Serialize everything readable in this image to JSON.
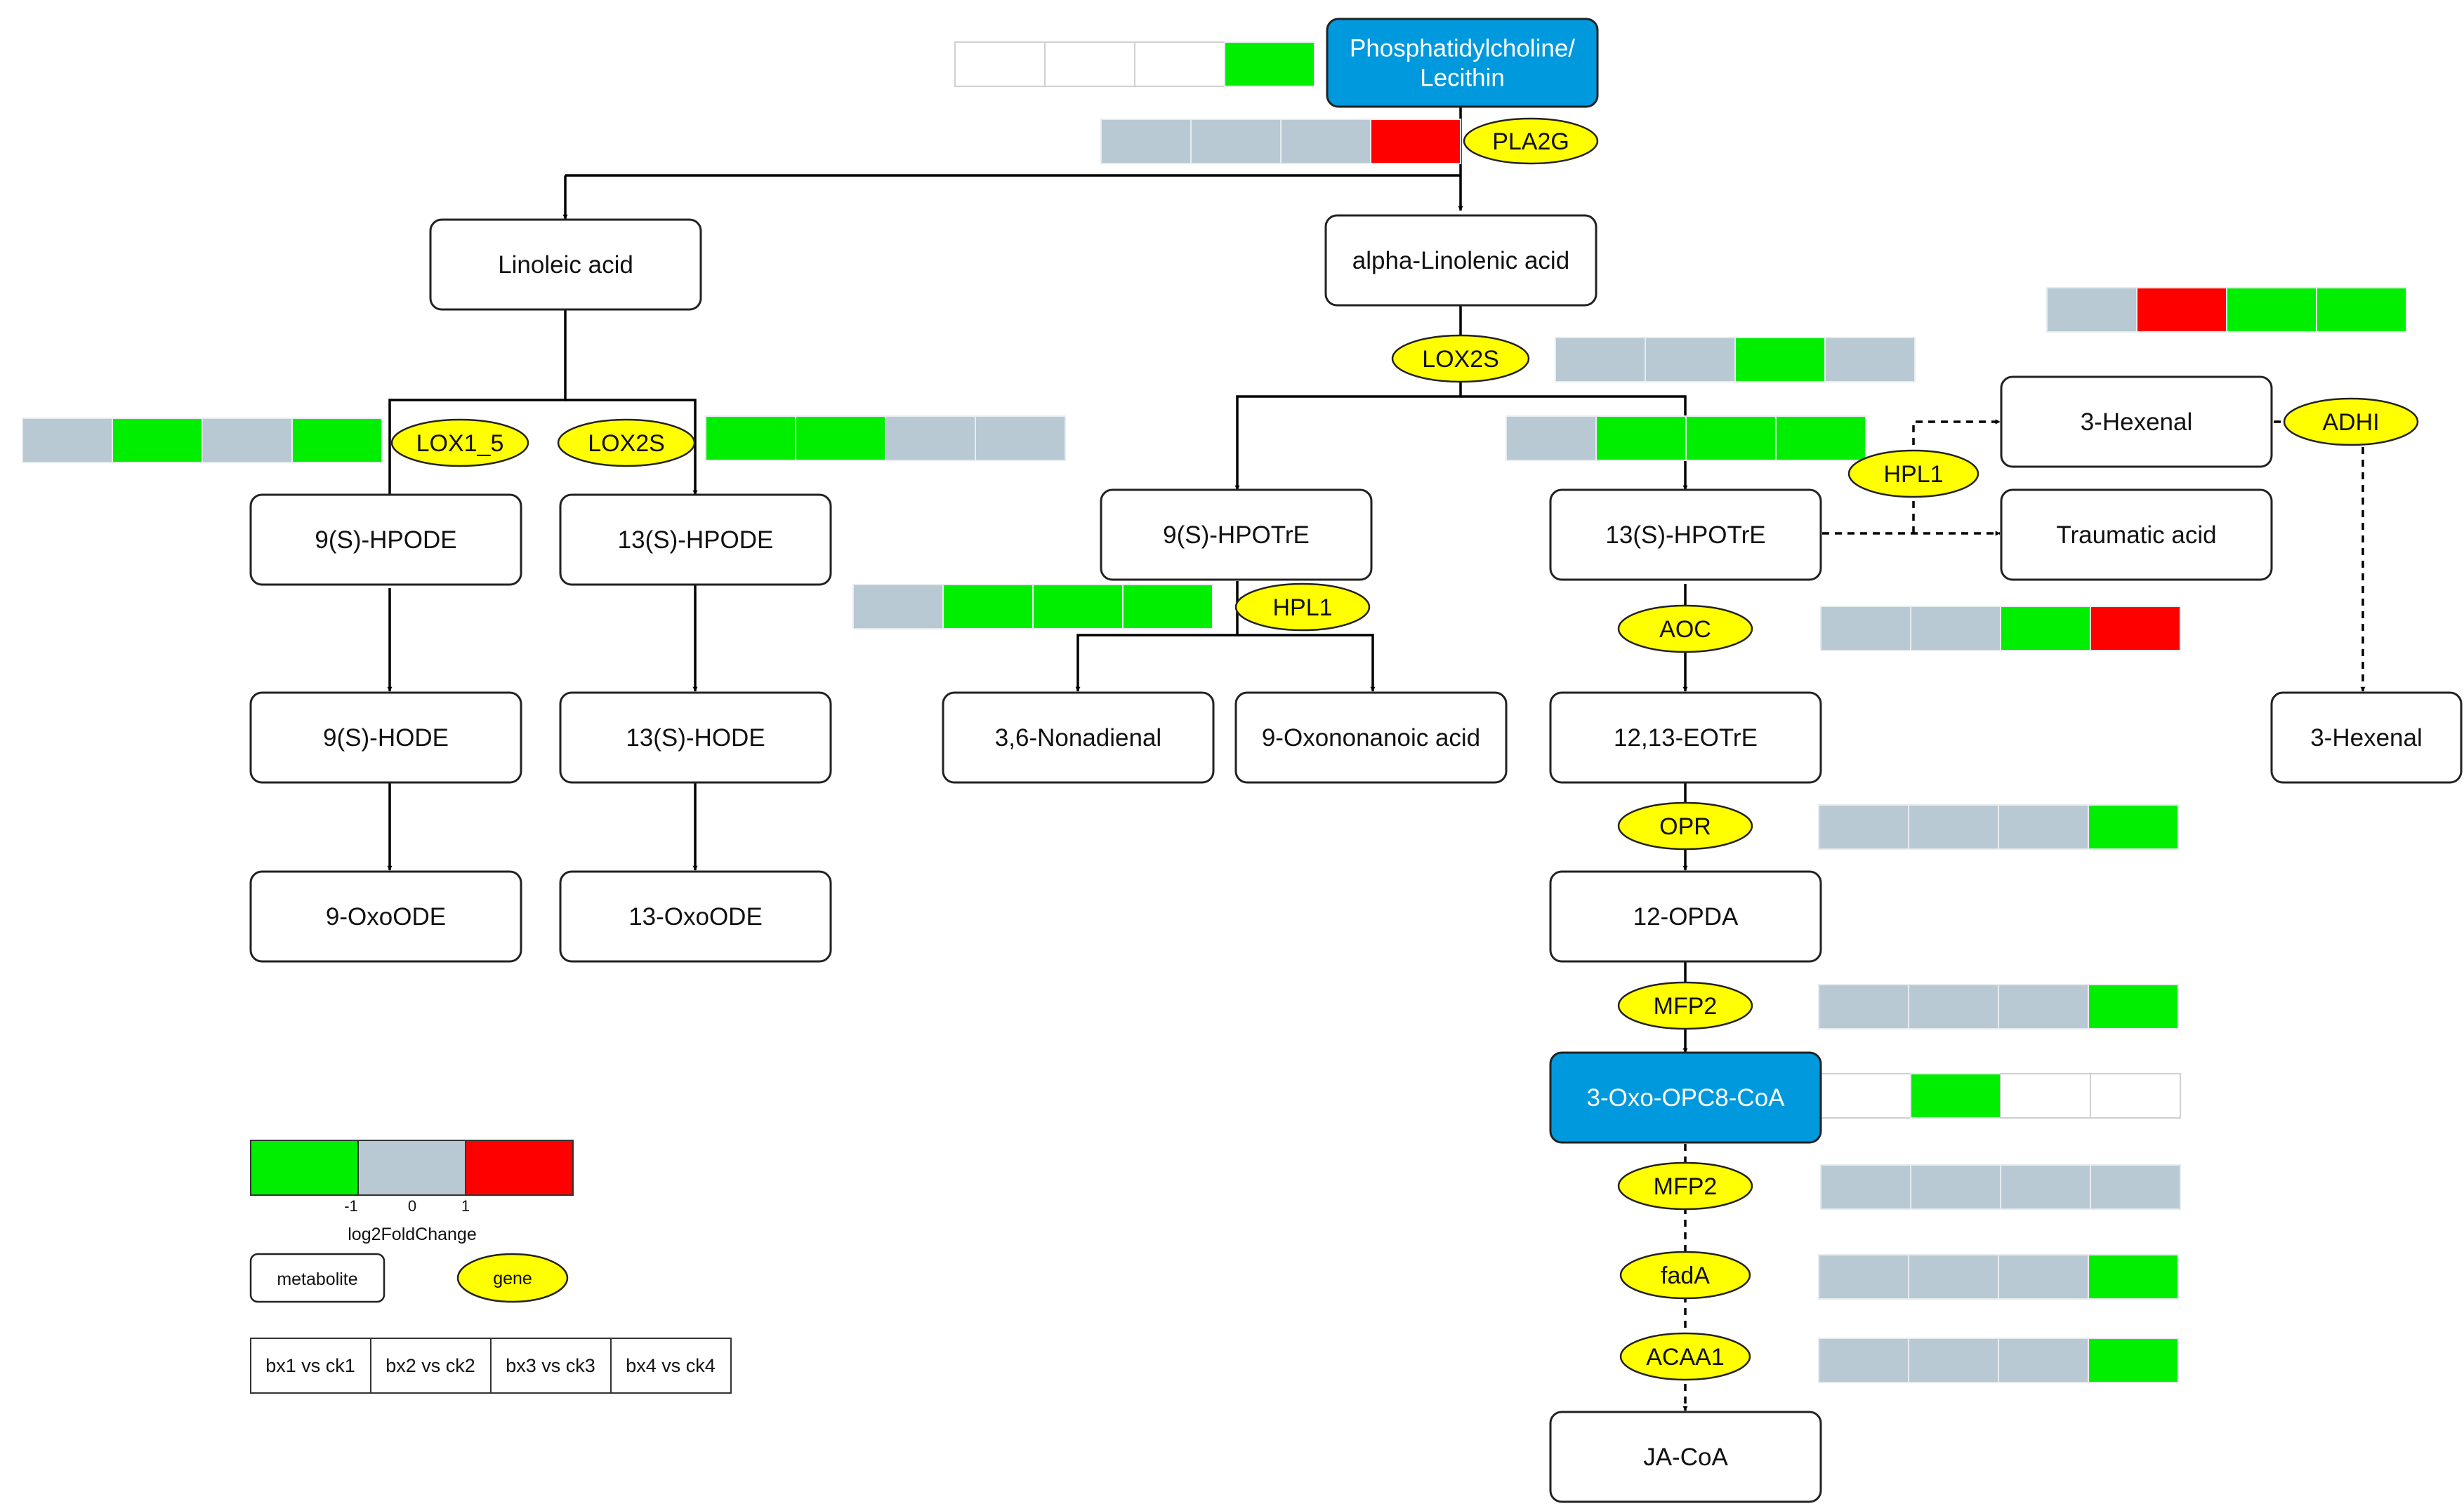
{
  "colors": {
    "up": "#ff0000",
    "neutral": "#b8c9d3",
    "down": "#00ee00",
    "none": "#ffffff",
    "highlight": "#0099dd",
    "gene": "#ffff00"
  },
  "metabolites": {
    "pc": "Phosphatidylcholine/\nLecithin",
    "linoleic": "Linoleic acid",
    "alinolenic": "alpha-Linolenic acid",
    "hpode9": "9(S)-HPODE",
    "hpode13": "13(S)-HPODE",
    "hode9": "9(S)-HODE",
    "hode13": "13(S)-HODE",
    "oxoode9": "9-OxoODE",
    "oxoode13": "13-OxoODE",
    "hpotre9": "9(S)-HPOTrE",
    "hpotre13": "13(S)-HPOTrE",
    "nonadienal": "3,6-Nonadienal",
    "oxononanoic": "9-Oxononanoic acid",
    "hexenal_a": "3-Hexenal",
    "traumatic": "Traumatic acid",
    "hexenal_b": "3-Hexenal",
    "eotre": "12,13-EOTrE",
    "opda": "12-OPDA",
    "opc8": "3-Oxo-OPC8-CoA",
    "jacoa": "JA-CoA"
  },
  "genes": {
    "pla2g": "PLA2G",
    "lox2s_top": "LOX2S",
    "lox1_5": "LOX1_5",
    "lox2s_left": "LOX2S",
    "hpl1_a": "HPL1",
    "hpl1_b": "HPL1",
    "adhi": "ADHI",
    "aoc": "AOC",
    "opr": "OPR",
    "mfp2_a": "MFP2",
    "mfp2_b": "MFP2",
    "fada": "fadA",
    "acaa1": "ACAA1"
  },
  "expression": {
    "pc": [
      "none",
      "none",
      "none",
      "down"
    ],
    "pla2g": [
      "neutral",
      "neutral",
      "neutral",
      "up"
    ],
    "adhi": [
      "neutral",
      "up",
      "down",
      "down"
    ],
    "lox2s_top": [
      "neutral",
      "neutral",
      "down",
      "neutral"
    ],
    "lox1_5": [
      "neutral",
      "down",
      "neutral",
      "down"
    ],
    "lox2s_left": [
      "down",
      "down",
      "neutral",
      "neutral"
    ],
    "hpl1_a": [
      "neutral",
      "down",
      "down",
      "down"
    ],
    "hpl1_b": [
      "neutral",
      "down",
      "down",
      "down"
    ],
    "aoc": [
      "neutral",
      "neutral",
      "down",
      "up"
    ],
    "opr": [
      "neutral",
      "neutral",
      "neutral",
      "down"
    ],
    "mfp2_a": [
      "neutral",
      "neutral",
      "neutral",
      "down"
    ],
    "opc8": [
      "none",
      "down",
      "none",
      "none"
    ],
    "mfp2_b": [
      "neutral",
      "neutral",
      "neutral",
      "neutral"
    ],
    "fada": [
      "neutral",
      "neutral",
      "neutral",
      "down"
    ],
    "acaa1": [
      "neutral",
      "neutral",
      "neutral",
      "down"
    ]
  },
  "legend": {
    "ticks": [
      "-1",
      "0",
      "1"
    ],
    "scale_label": "log2FoldChange",
    "metabolite": "metabolite",
    "gene": "gene",
    "comparisons": [
      "bx1 vs ck1",
      "bx2 vs ck2",
      "bx3 vs ck3",
      "bx4 vs ck4"
    ]
  }
}
